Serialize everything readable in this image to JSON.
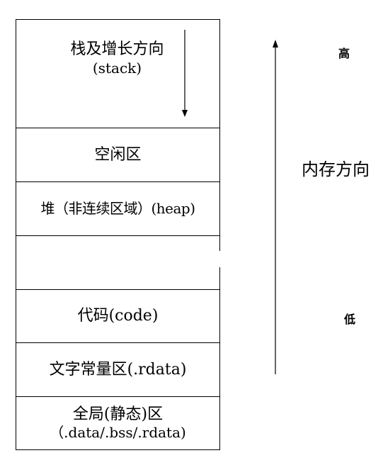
{
  "segments": {
    "stack_title": "栈及增长方向",
    "stack_sub": "(stack)",
    "free_area": "空闲区",
    "heap": "堆（非连续区域）(heap)",
    "empty": "",
    "code": "代码(code)",
    "rodata": "文字常量区(.rdata)",
    "global_title": "全局(静态)区",
    "global_sub": "（.data/.bss/.rdata)"
  },
  "labels": {
    "high": "高",
    "low": "低",
    "direction": "内存方向"
  }
}
